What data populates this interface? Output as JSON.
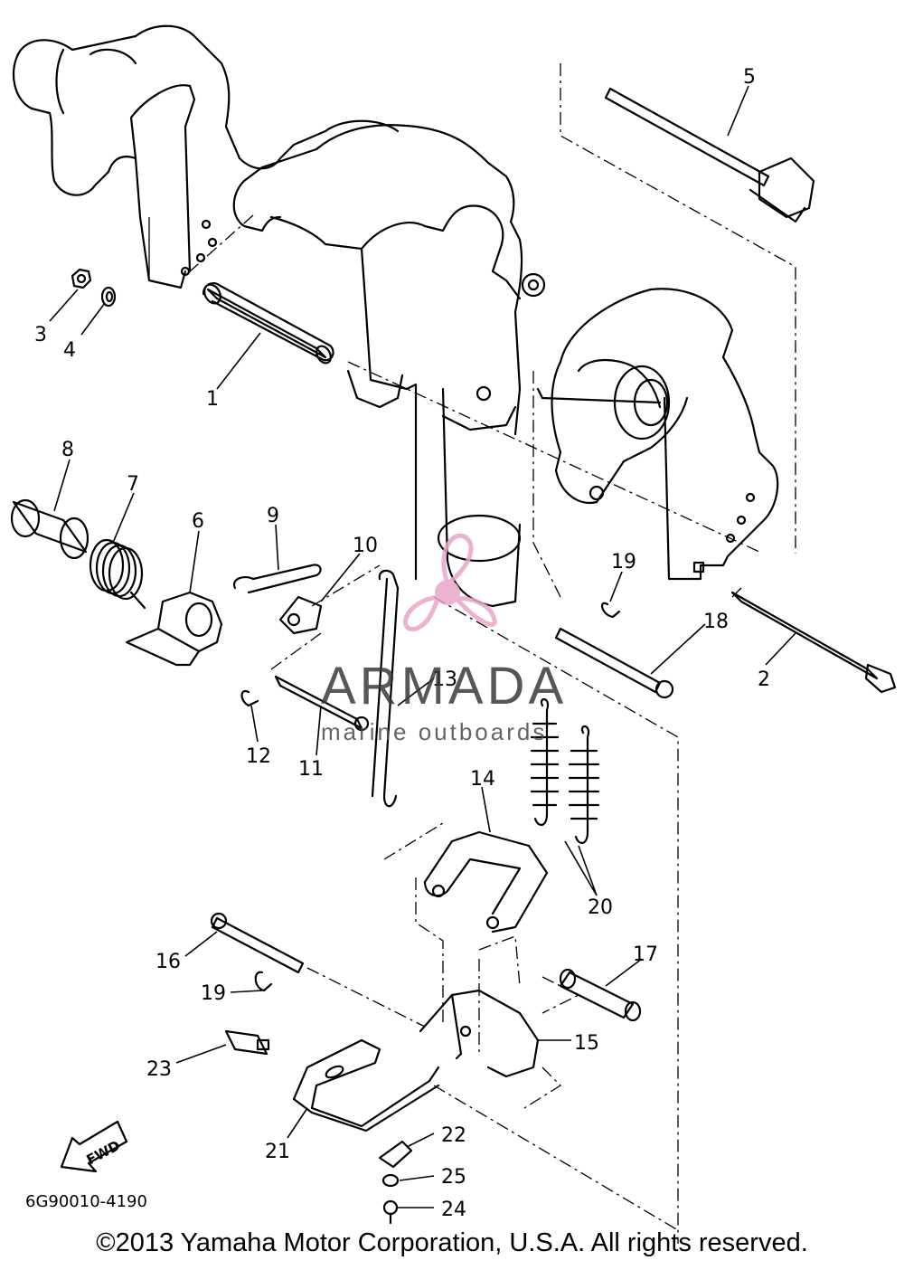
{
  "diagram": {
    "part_callouts": [
      "1",
      "2",
      "3",
      "4",
      "5",
      "6",
      "7",
      "8",
      "9",
      "10",
      "11",
      "12",
      "13",
      "14",
      "15",
      "16",
      "17",
      "18",
      "19",
      "19",
      "20",
      "21",
      "22",
      "23",
      "24",
      "25"
    ],
    "direction_label": "FWD",
    "drawing_code": "6G90010-4190"
  },
  "watermark": {
    "brand": "ARMADA",
    "tagline": "marine outboards",
    "color": "#e8a6c8"
  },
  "footer": {
    "copyright": "©2013 Yamaha Motor Corporation, U.S.A. All rights reserved."
  }
}
